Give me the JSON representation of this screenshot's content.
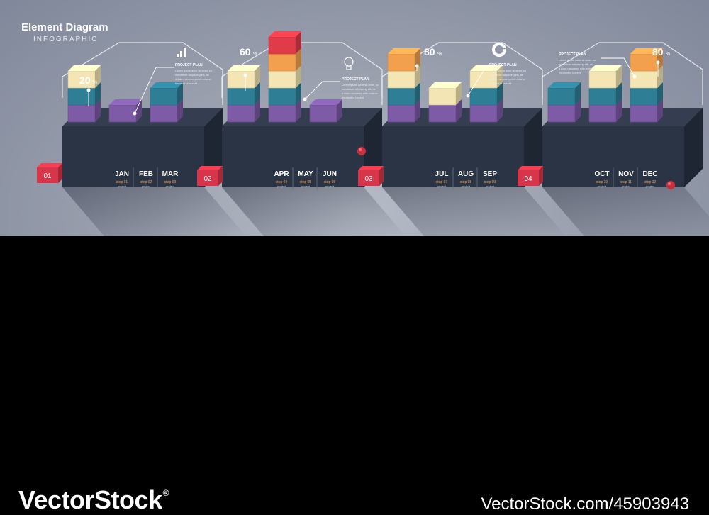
{
  "header": {
    "title": "Element Diagram",
    "subtitle": "INFOGRAPHIC"
  },
  "colors": {
    "background": "#8f96a6",
    "platform_dark": "#2b3444",
    "marker_red": "#d7364a",
    "purple": "#7d5ba6",
    "teal": "#2e7f96",
    "cream": "#f4e6b4",
    "orange": "#f2a04e",
    "red": "#e03b49",
    "label_orange": "#f2a04e"
  },
  "panels": [
    {
      "number": "01",
      "percent": "20",
      "percent_suffix": "%",
      "icon": "bar-chart-icon",
      "plan_title": "PROJECT PLAN",
      "plan_text": [
        "Lorem ipsum dolor sit amet, co",
        "nsectetuer adipiscing elit, se",
        "d diam nonummy nibh euismo",
        "tincidunt ut laoreet"
      ],
      "months": [
        {
          "name": "JAN",
          "step": "step 01",
          "project": "project",
          "stack": [
            "purple",
            "teal",
            "cream"
          ]
        },
        {
          "name": "FEB",
          "step": "step 02",
          "project": "project",
          "stack": [
            "purple"
          ]
        },
        {
          "name": "MAR",
          "step": "step 03",
          "project": "project",
          "stack": [
            "purple",
            "teal"
          ]
        }
      ]
    },
    {
      "number": "02",
      "percent": "60",
      "percent_suffix": "%",
      "icon": "lightbulb-icon",
      "plan_title": "PROJECT PLAN",
      "plan_text": [
        "Lorem ipsum dolor sit amet, co",
        "nsectetuer adipiscing elit, se",
        "d diam nonummy nibh euismo",
        "tincidunt ut laoreet"
      ],
      "months": [
        {
          "name": "APR",
          "step": "step 04",
          "project": "project",
          "stack": [
            "purple",
            "teal",
            "cream"
          ]
        },
        {
          "name": "MAY",
          "step": "step 05",
          "project": "project",
          "stack": [
            "purple",
            "teal",
            "cream",
            "orange",
            "red"
          ]
        },
        {
          "name": "JUN",
          "step": "step 06",
          "project": "project",
          "stack": [
            "purple"
          ]
        }
      ]
    },
    {
      "number": "03",
      "percent": "80",
      "percent_suffix": "%",
      "icon": "pie-chart-icon",
      "plan_title": "PROJECT PLAN",
      "plan_text": [
        "Lorem ipsum dolor sit amet, co",
        "nsectetuer adipiscing elit, se",
        "d diam nonummy nibh euismo",
        "tincidunt ut laoreet"
      ],
      "months": [
        {
          "name": "JUL",
          "step": "step 07",
          "project": "project",
          "stack": [
            "purple",
            "teal",
            "cream",
            "orange"
          ]
        },
        {
          "name": "AUG",
          "step": "step 08",
          "project": "project",
          "stack": [
            "purple",
            "cream"
          ]
        },
        {
          "name": "SEP",
          "step": "step 09",
          "project": "project",
          "stack": [
            "purple",
            "teal",
            "cream"
          ]
        }
      ]
    },
    {
      "number": "04",
      "percent": "80",
      "percent_suffix": "%",
      "icon": "",
      "plan_title": "PROJECT PLAN",
      "plan_text": [
        "Lorem ipsum dolor sit amet, co",
        "nsectetuer adipiscing elit, se",
        "d diam nonummy nibh euismo",
        "tincidunt ut laoreet"
      ],
      "months": [
        {
          "name": "OCT",
          "step": "step 10",
          "project": "project",
          "stack": [
            "purple",
            "teal"
          ]
        },
        {
          "name": "NOV",
          "step": "step 11",
          "project": "project",
          "stack": [
            "purple",
            "teal",
            "cream"
          ]
        },
        {
          "name": "DEC",
          "step": "step 12",
          "project": "project",
          "stack": [
            "purple",
            "teal",
            "cream",
            "orange"
          ]
        }
      ]
    }
  ],
  "footer": {
    "brand": "VectorStock",
    "registered_mark": "®",
    "image_id": "VectorStock.com/45903943"
  }
}
